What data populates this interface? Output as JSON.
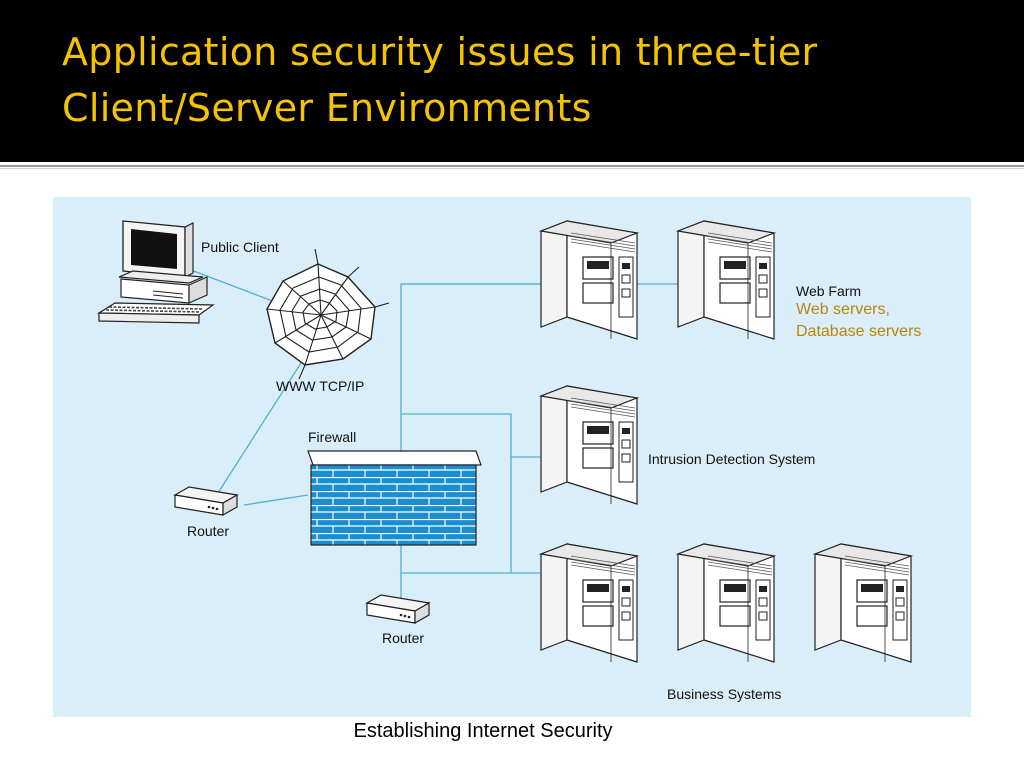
{
  "slide": {
    "title": "Application security issues in three-tier Client/Server Environments",
    "caption": "Establishing Internet Security"
  },
  "diagram": {
    "labels": {
      "public_client": "Public Client",
      "www": "WWW TCP/IP",
      "firewall": "Firewall",
      "router_left": "Router",
      "router_bottom": "Router",
      "web_farm": "Web Farm",
      "web_farm_note_1": "Web servers,",
      "web_farm_note_2": "Database servers",
      "ids": "Intrusion Detection System",
      "business": "Business Systems"
    },
    "colors": {
      "background": "#d9eef8",
      "link_line": "#4fb3c9",
      "firewall_brick": "#1a8fd0",
      "title": "#f5c400",
      "note": "#b8860b"
    },
    "icons": [
      "computer-icon",
      "web-icon",
      "router-icon",
      "firewall-icon",
      "server-icon"
    ]
  }
}
